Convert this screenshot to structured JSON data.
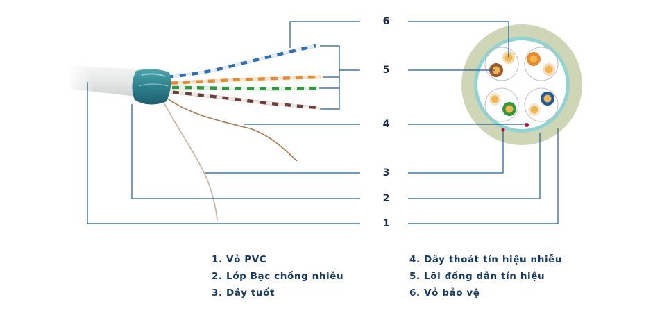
{
  "callout_numbers": [
    "6",
    "5",
    "4",
    "3",
    "2",
    "1"
  ],
  "legend": {
    "left": [
      "1. Vỏ PVC",
      "2. Lớp Bạc chống nhiễu",
      "3. Dây tuốt"
    ],
    "right": [
      "4. Dây thoát tín hiệu nhiễu",
      "5. Lõi đồng dẫn tín hiệu",
      "6. Vỏ bảo vệ"
    ]
  },
  "colors": {
    "leader_line": "#1f5a96",
    "number_text": "#1a2a4a",
    "legend_text": "#163a63",
    "outer_jacket": "#cfd6b6",
    "shield_ring": "#8fd3d2",
    "pair_orange": "#e88a2c",
    "pair_brown": "#9a5a2e",
    "pair_green": "#2f9a3d",
    "pair_blue": "#1f5aa0",
    "drain_dot": "#b3123a"
  }
}
